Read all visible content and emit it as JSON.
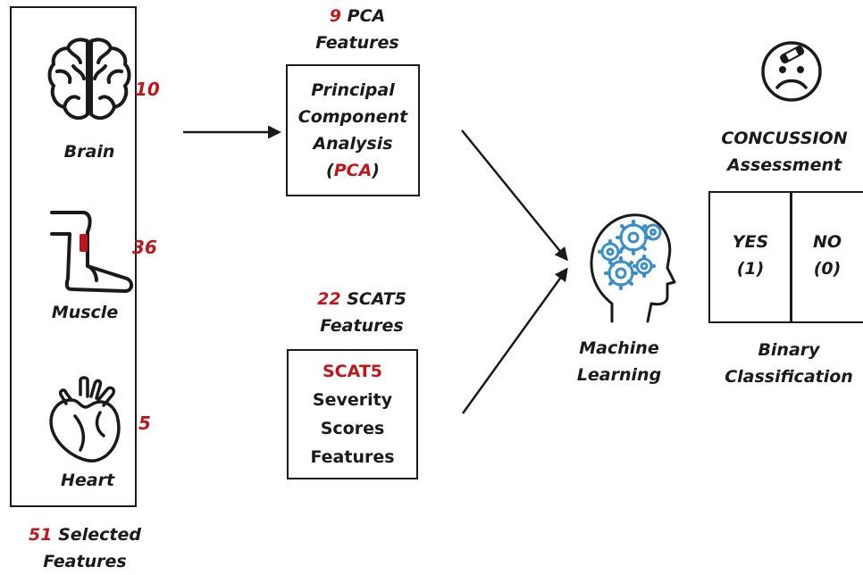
{
  "features_panel": {
    "items": [
      {
        "name": "Brain",
        "count": "10"
      },
      {
        "name": "Muscle",
        "count": "36"
      },
      {
        "name": "Heart",
        "count": "5"
      }
    ],
    "total_count": "51",
    "total_label_line1": "Selected",
    "total_label_line2": "Features"
  },
  "pca": {
    "count": "9",
    "caption_line1": "PCA",
    "caption_line2": "Features",
    "box_line1": "Principal",
    "box_line2": "Component",
    "box_line3": "Analysis",
    "box_paren_open": "(",
    "box_acronym": "PCA",
    "box_paren_close": ")"
  },
  "scat5": {
    "count": "22",
    "caption_line1": "SCAT5",
    "caption_line2": "Features",
    "box_line1": "SCAT5",
    "box_line2": "Severity",
    "box_line3": "Scores",
    "box_line4": "Features"
  },
  "ml": {
    "line1": "Machine",
    "line2": "Learning"
  },
  "assessment": {
    "title_line1": "CONCUSSION",
    "title_line2": "Assessment",
    "yes_label": "YES",
    "yes_value": "(1)",
    "no_label": "NO",
    "no_value": "(0)",
    "footer_line1": "Binary",
    "footer_line2": "Classification"
  },
  "colors": {
    "accent": "#c0161b",
    "ink": "#1a1a1a",
    "ml_icon": "#3a8fc8"
  }
}
